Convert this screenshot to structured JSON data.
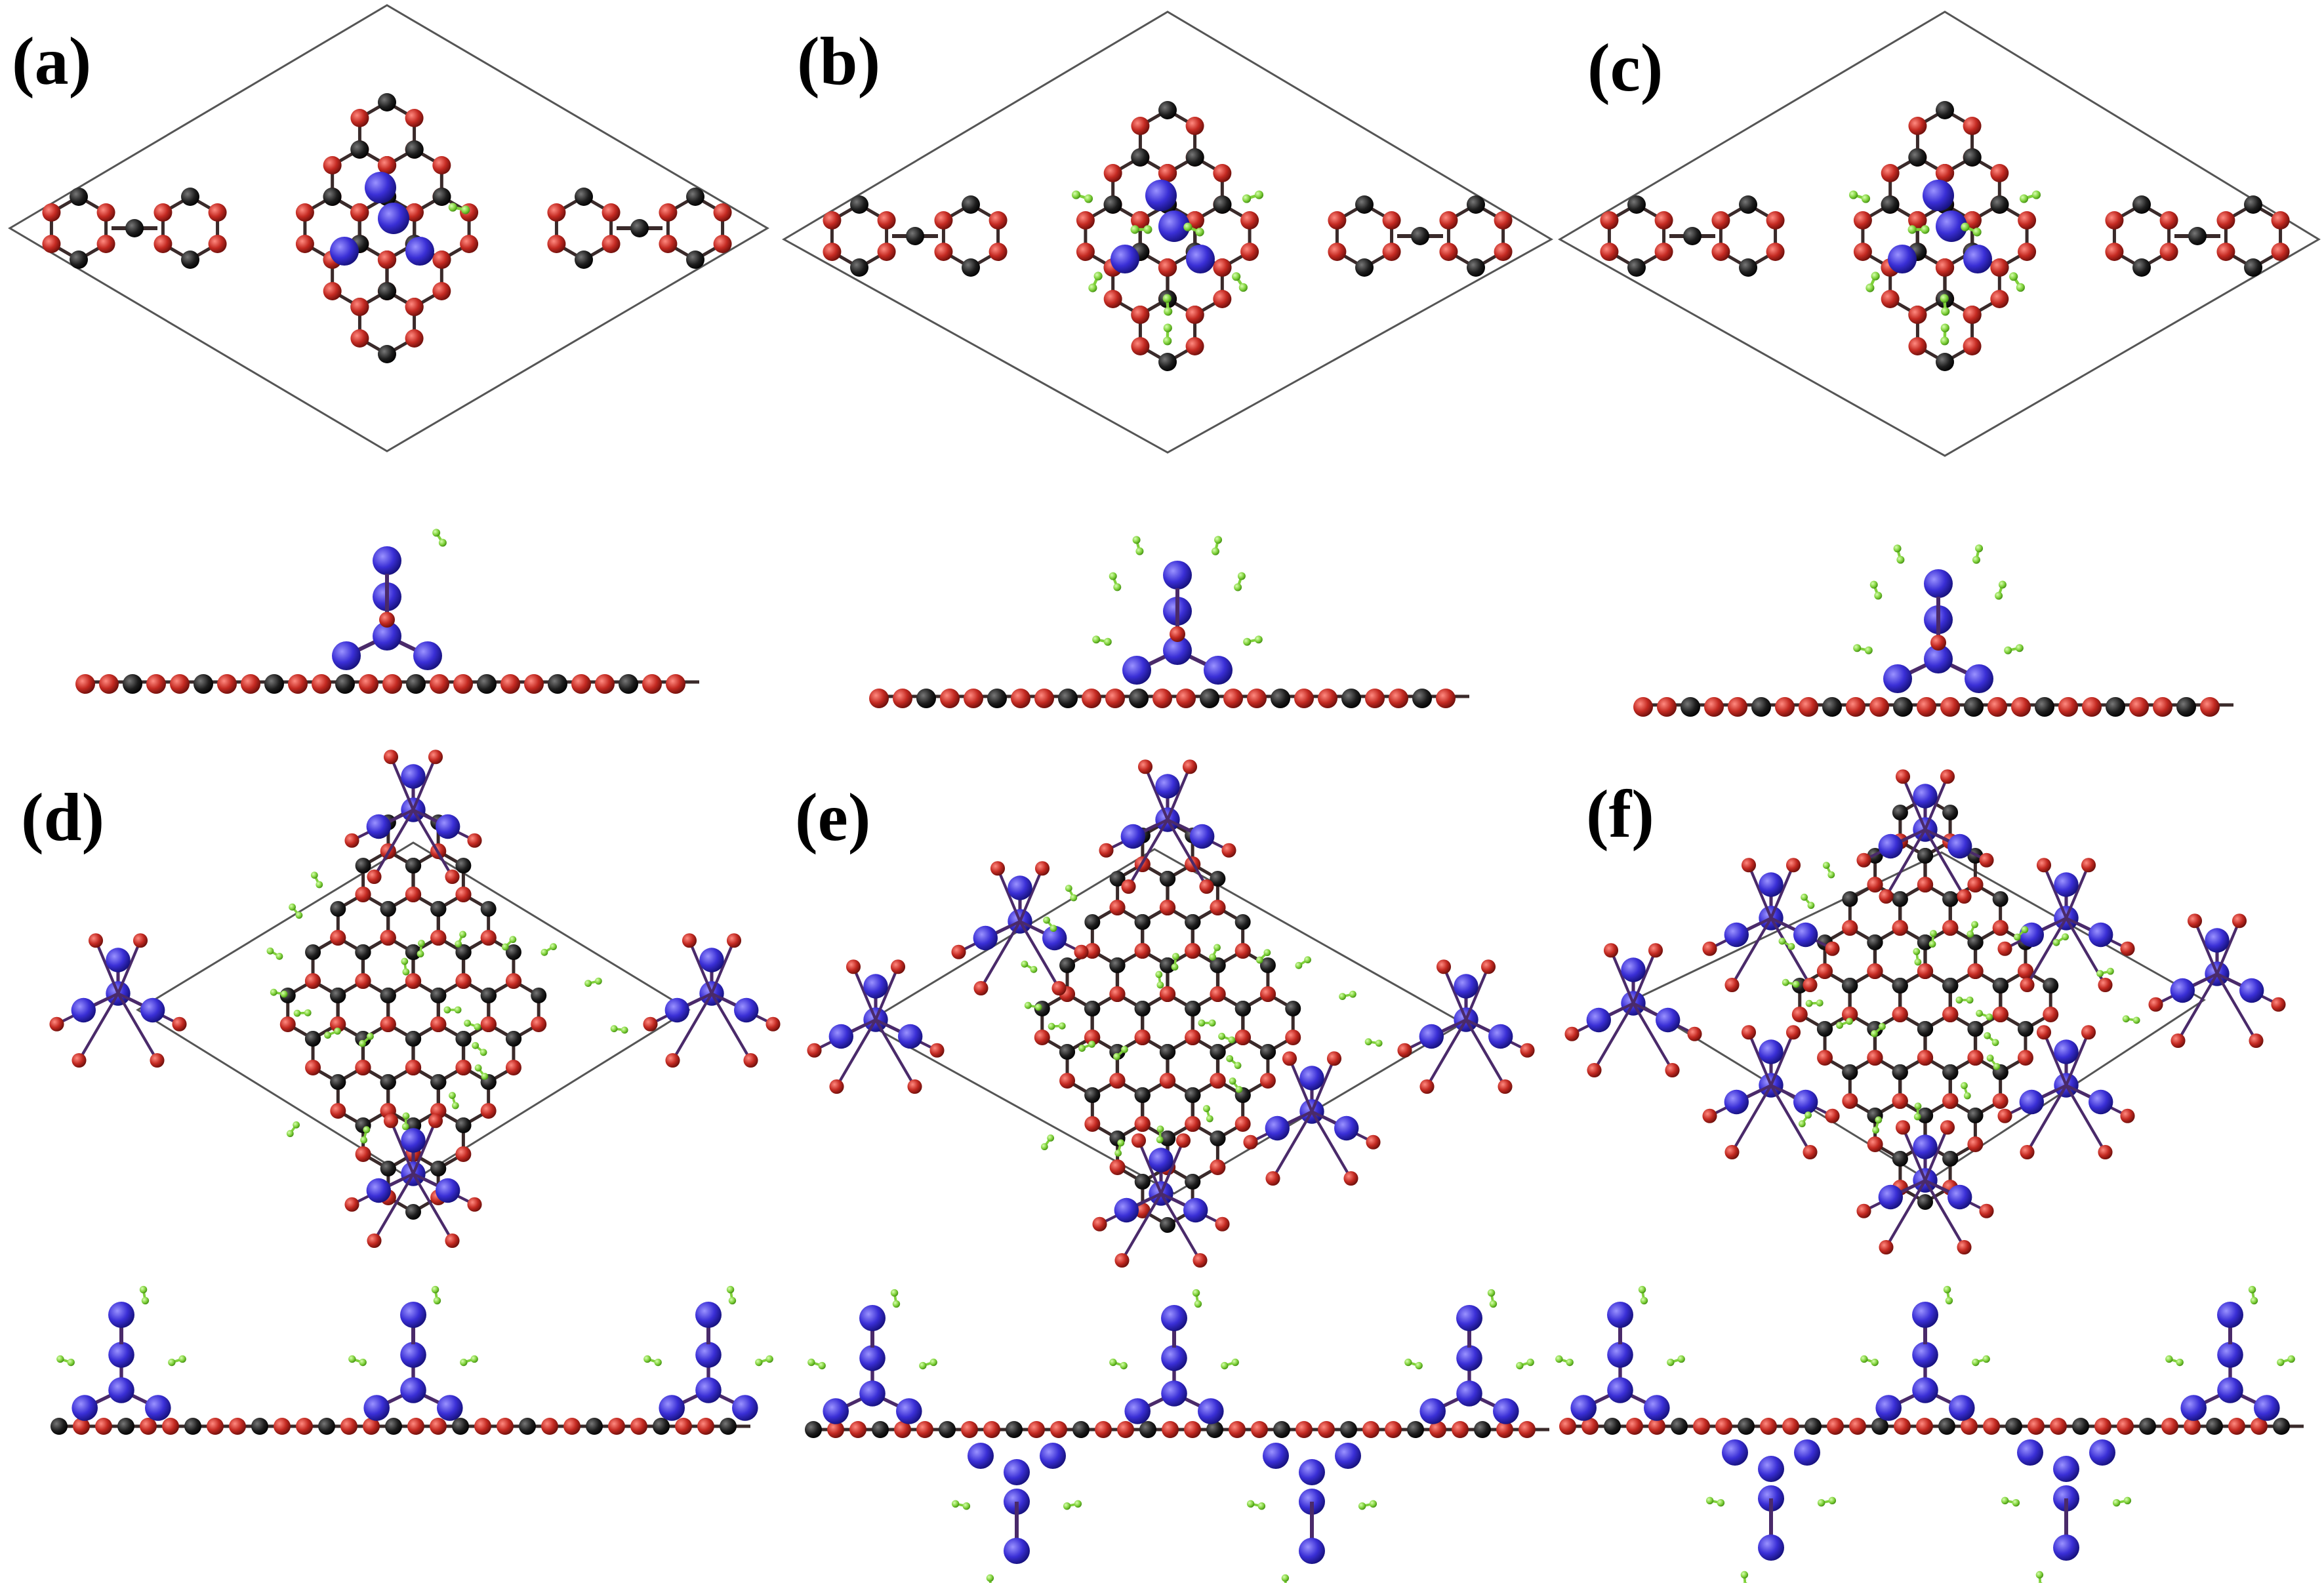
{
  "panels": [
    {
      "id": "a",
      "label": "(a)"
    },
    {
      "id": "b",
      "label": "(b)"
    },
    {
      "id": "c",
      "label": "(c)"
    },
    {
      "id": "d",
      "label": "(d)"
    },
    {
      "id": "e",
      "label": "(e)"
    },
    {
      "id": "f",
      "label": "(f)"
    }
  ],
  "colors": {
    "carbon": "#1e1e1e",
    "oxygen": "#c42a22",
    "metal": "#3a2fd6",
    "hydrogen": "#7fd13a",
    "cell_outline": "#555555",
    "background": "#ffffff"
  }
}
